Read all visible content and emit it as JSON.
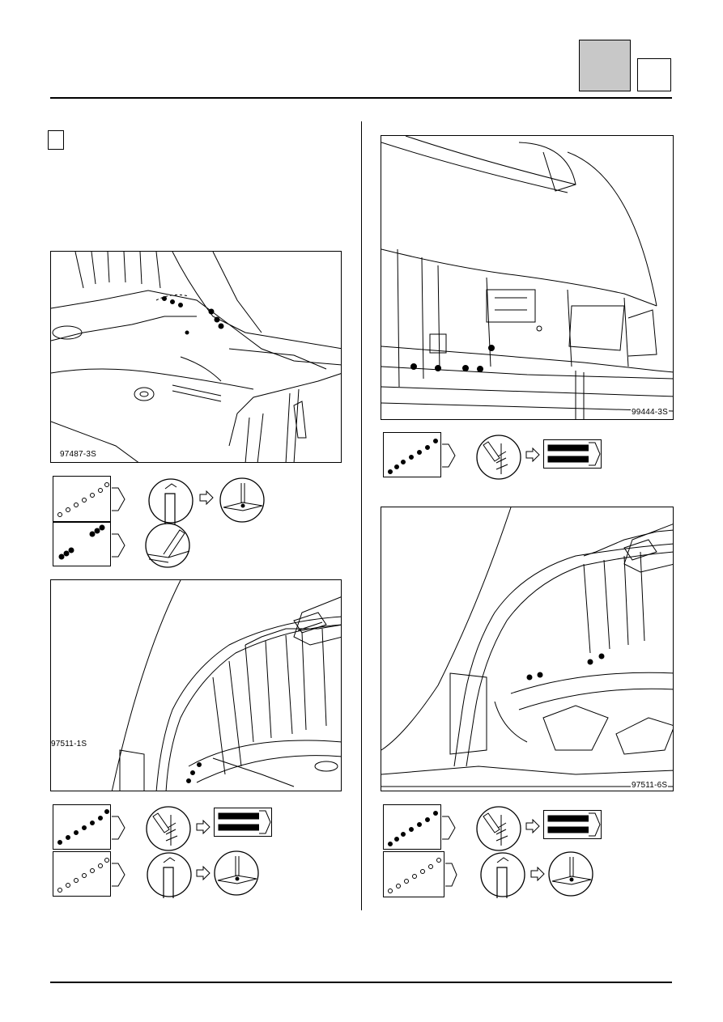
{
  "figures": [
    {
      "id": "fig1",
      "code": "97487-3S"
    },
    {
      "id": "fig2",
      "code": "97511-1S"
    },
    {
      "id": "fig3",
      "code": "99444-3S"
    },
    {
      "id": "fig4",
      "code": "97511-6S"
    }
  ],
  "icons": {
    "points": "spot-weld-points-icon",
    "drill": "drill-icon",
    "spot_weld": "spot-weld-icon",
    "mig": "mig-plug-weld-icon",
    "weld_gun": "resistance-weld-gun-icon",
    "brazing": "brazing-torch-icon",
    "arrow": "arrow-right-icon"
  },
  "colors": {
    "tab_fill": "#c8c8c8",
    "ink": "#000000"
  }
}
